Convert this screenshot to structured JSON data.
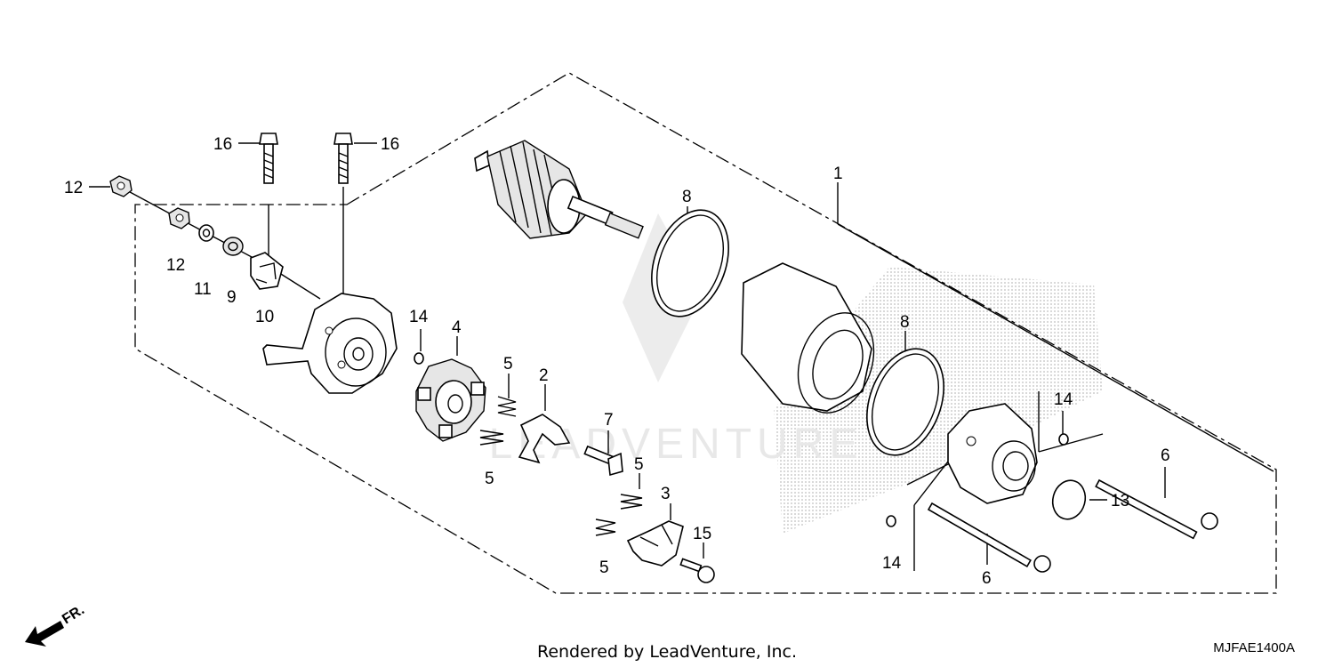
{
  "diagram": {
    "callouts": {
      "c1": "1",
      "c2": "2",
      "c3": "3",
      "c4": "4",
      "c5a": "5",
      "c5b": "5",
      "c5c": "5",
      "c5d": "5",
      "c6a": "6",
      "c6b": "6",
      "c7": "7",
      "c8a": "8",
      "c8b": "8",
      "c9": "9",
      "c10": "10",
      "c11": "11",
      "c12a": "12",
      "c12b": "12",
      "c13": "13",
      "c14a": "14",
      "c14b": "14",
      "c14c": "14",
      "c15": "15",
      "c16a": "16",
      "c16b": "16"
    },
    "direction_label": "FR.",
    "watermark_text": "LEADVENTURE",
    "footer_credit": "Rendered by LeadVenture, Inc.",
    "diagram_code": "MJFAE1400A"
  }
}
